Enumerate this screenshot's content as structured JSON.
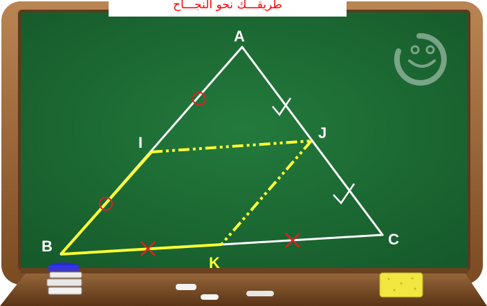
{
  "banner": {
    "text": "طريقـــك نحو النجـــاح"
  },
  "points": {
    "A": "A",
    "B": "B",
    "C": "C",
    "I": "I",
    "J": "J",
    "K": "K"
  },
  "colors": {
    "board": "#1f6b35",
    "frame": "#8a5a30",
    "triangle": "#ffffff",
    "parallelogram": "#ffff33",
    "mark_circle": "#e02020",
    "mark_cross": "#e02020",
    "mark_check": "#ffffff",
    "banner_text": "#ff0000"
  },
  "icons": [
    "smiley-icon",
    "book-stack-icon",
    "chalk-icon",
    "sponge-icon"
  ]
}
